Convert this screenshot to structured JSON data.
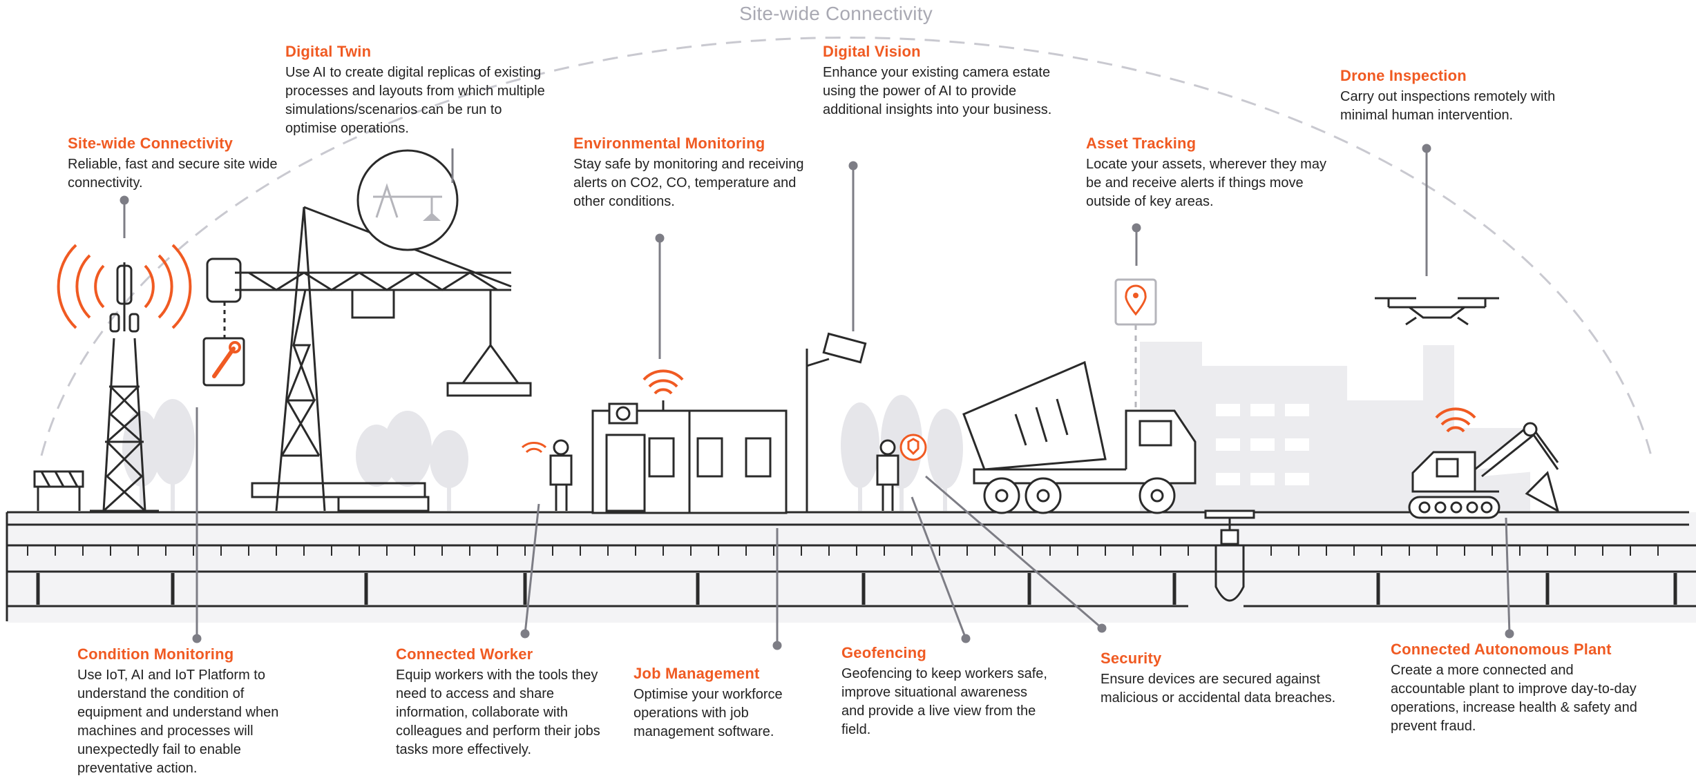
{
  "arc_title": "Site-wide Connectivity",
  "colors": {
    "accent": "#f05a22",
    "line": "#2a2a2a",
    "muted": "#d9d9dd",
    "arc": "#c9c9d0"
  },
  "callouts": {
    "digital_twin": {
      "title": "Digital Twin",
      "text": "Use AI to create digital replicas of existing processes and layouts from which multiple simulations/scenarios can be run to optimise operations."
    },
    "site_wide": {
      "title": "Site-wide Connectivity",
      "text": "Reliable, fast and secure site wide connectivity."
    },
    "environmental": {
      "title": "Environmental Monitoring",
      "text": "Stay safe by monitoring and receiving alerts on CO2, CO, temperature and other conditions."
    },
    "digital_vision": {
      "title": "Digital Vision",
      "text": "Enhance your existing camera estate using the power of AI to provide additional insights into your business."
    },
    "asset_tracking": {
      "title": "Asset Tracking",
      "text": "Locate your assets, wherever they may be and receive alerts if things move outside of key areas."
    },
    "drone": {
      "title": "Drone Inspection",
      "text": "Carry out inspections remotely with minimal human intervention."
    },
    "condition": {
      "title": "Condition Monitoring",
      "text": "Use IoT, AI and IoT Platform to understand the condition of equipment and understand when machines and processes will unexpectedly fail to enable preventative action."
    },
    "connected_worker": {
      "title": "Connected Worker",
      "text": "Equip workers with the tools they need to access and share information, collaborate with colleagues and perform their jobs tasks more effectively."
    },
    "job_management": {
      "title": "Job Management",
      "text": "Optimise your workforce operations with job management software."
    },
    "geofencing": {
      "title": "Geofencing",
      "text": "Geofencing  to keep workers safe, improve situational awareness and provide a live view from the field."
    },
    "security": {
      "title": "Security",
      "text": "Ensure devices are secured against malicious or accidental data breaches."
    },
    "autonomous_plant": {
      "title": "Connected Autonomous Plant",
      "text": "Create a more connected and accountable plant to improve day-to-day operations, increase health & safety and prevent fraud."
    }
  }
}
